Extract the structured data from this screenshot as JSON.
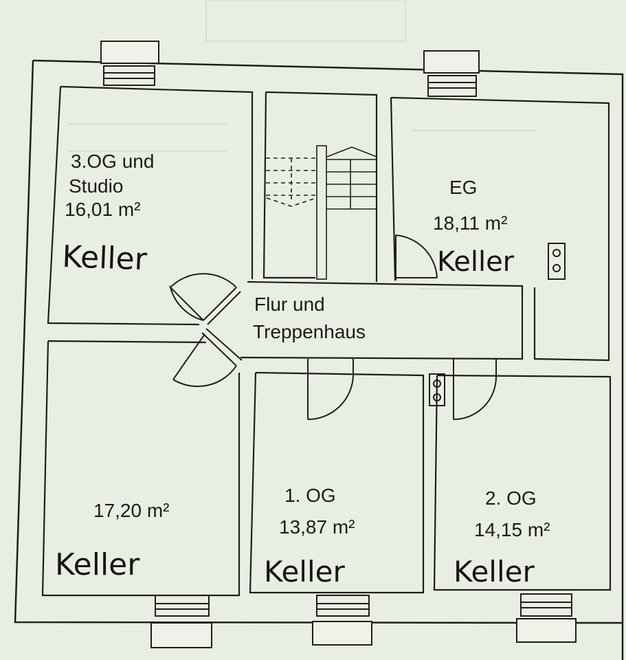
{
  "rooms": {
    "upper_left": {
      "name_line1": "3.OG und",
      "name_line2": "Studio",
      "area": "16,01 m²",
      "note": "Keller"
    },
    "eg": {
      "name": "EG",
      "area": "18,11 m²",
      "note": "Keller"
    },
    "hall": {
      "line1": "Flur und",
      "line2": "Treppenhaus"
    },
    "lower_left": {
      "area": "17,20 m²",
      "note": "Keller"
    },
    "og1": {
      "name": "1. OG",
      "area": "13,87 m²",
      "note": "Keller"
    },
    "og2": {
      "name": "2. OG",
      "area": "14,15 m²",
      "note": "Keller"
    }
  },
  "colors": {
    "paper": "#e9eee2",
    "line": "#1e1e1e"
  }
}
